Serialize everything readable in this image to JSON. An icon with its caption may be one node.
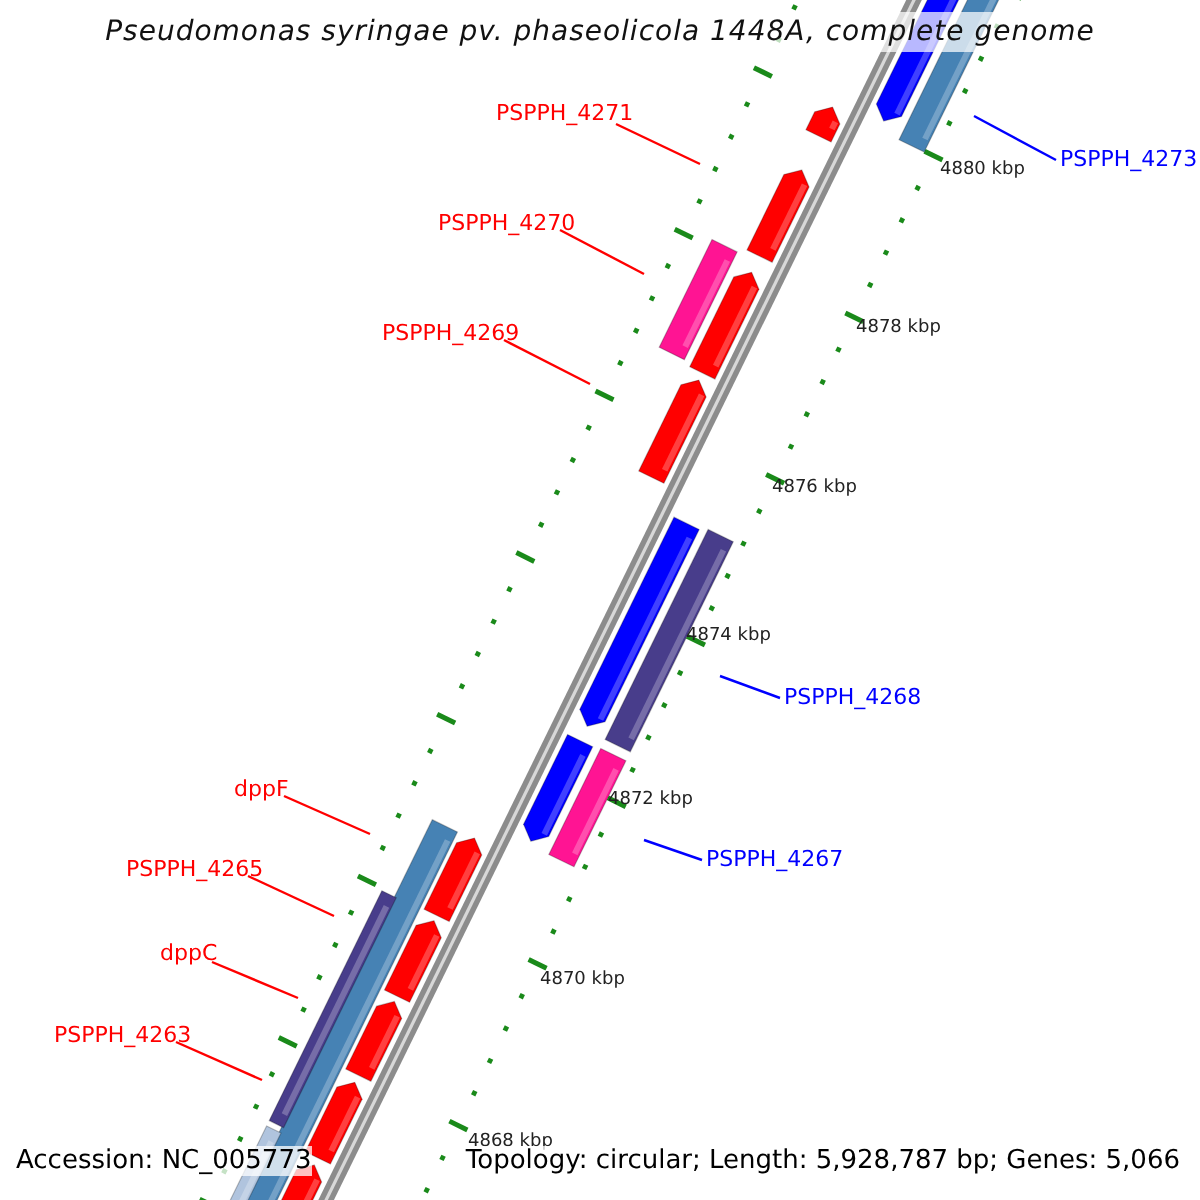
{
  "diagram": {
    "title": "Pseudomonas syringae pv. phaseolicola 1448A, complete genome",
    "nodes": [
      {
        "text": [
          "PSPPH_4271"
        ]
      },
      {
        "text": [
          "PSPPH_4273"
        ]
      },
      {
        "text": [
          "PSPPH_4270"
        ]
      },
      {
        "text": [
          "PSPPH_4269"
        ]
      },
      {
        "text": [
          "PSPPH_4268"
        ]
      },
      {
        "text": [
          "dppF"
        ]
      },
      {
        "text": [
          "PSPPH_4267"
        ]
      },
      {
        "text": [
          "PSPPH_4265"
        ]
      },
      {
        "text": [
          "dppC"
        ]
      },
      {
        "text": [
          "PSPPH_4263"
        ]
      }
    ],
    "edges": [
      {
        "from": 0,
        "to": null,
        "arrow": "none"
      },
      {
        "from": 1,
        "to": null,
        "arrow": "none",
        "color": "#0000ff"
      },
      {
        "from": 2,
        "to": null,
        "arrow": "none"
      },
      {
        "from": 3,
        "to": null,
        "arrow": "none"
      },
      {
        "from": 4,
        "to": null,
        "arrow": "none",
        "color": "#0000ff"
      },
      {
        "from": 5,
        "to": null,
        "arrow": "none"
      },
      {
        "from": 6,
        "to": null,
        "arrow": "none",
        "color": "#0000ff"
      },
      {
        "from": 7,
        "to": null,
        "arrow": "none"
      },
      {
        "from": 8,
        "to": null,
        "arrow": "none"
      },
      {
        "from": 9,
        "to": null,
        "arrow": "none"
      }
    ],
    "labels": [
      "4880 kbp",
      "4878 kbp",
      "4876 kbp",
      "4874 kbp",
      "4872 kbp",
      "4870 kbp",
      "4868 kbp",
      "Accession: NC_005773",
      "Topology: circular; Length: 5,928,787 bp; Genes: 5,066"
    ]
  }
}
